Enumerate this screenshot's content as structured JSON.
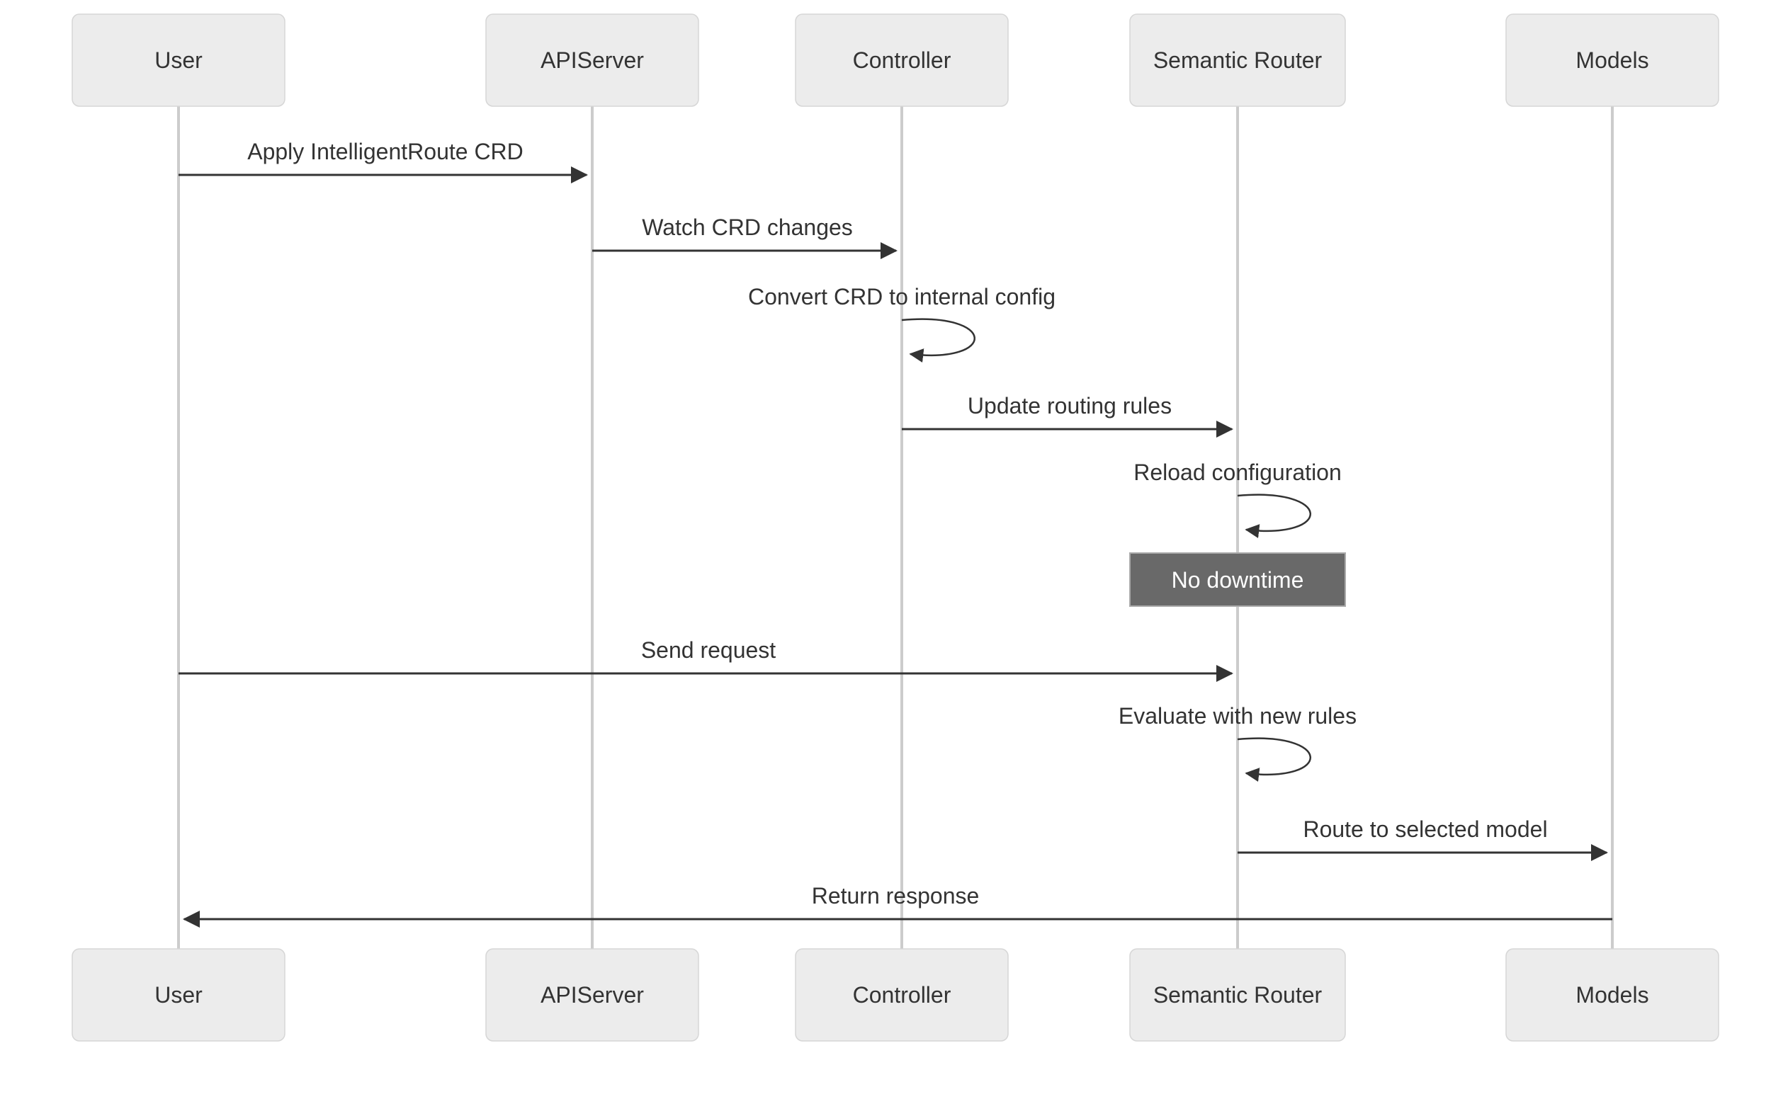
{
  "diagram": {
    "type": "sequence-diagram",
    "actors": [
      {
        "id": "user",
        "label": "User"
      },
      {
        "id": "apiserver",
        "label": "APIServer"
      },
      {
        "id": "controller",
        "label": "Controller"
      },
      {
        "id": "semantic-router",
        "label": "Semantic Router"
      },
      {
        "id": "models",
        "label": "Models"
      }
    ],
    "messages": [
      {
        "from": "User",
        "to": "APIServer",
        "label": "Apply IntelligentRoute CRD",
        "kind": "arrow"
      },
      {
        "from": "APIServer",
        "to": "Controller",
        "label": "Watch CRD changes",
        "kind": "arrow"
      },
      {
        "from": "Controller",
        "to": "Controller",
        "label": "Convert CRD to internal config",
        "kind": "self"
      },
      {
        "from": "Controller",
        "to": "Semantic Router",
        "label": "Update routing rules",
        "kind": "arrow"
      },
      {
        "from": "Semantic Router",
        "to": "Semantic Router",
        "label": "Reload configuration",
        "kind": "self"
      },
      {
        "from": "User",
        "to": "Semantic Router",
        "label": "Send request",
        "kind": "arrow"
      },
      {
        "from": "Semantic Router",
        "to": "Semantic Router",
        "label": "Evaluate with new rules",
        "kind": "self"
      },
      {
        "from": "Semantic Router",
        "to": "Models",
        "label": "Route to selected model",
        "kind": "arrow"
      },
      {
        "from": "Models",
        "to": "User",
        "label": "Return response",
        "kind": "arrow"
      }
    ],
    "notes": [
      {
        "over": "Semantic Router",
        "label": "No downtime"
      }
    ],
    "colors": {
      "background": "#ffffff",
      "actor_fill": "#ececec",
      "actor_border": "#d6d6d6",
      "text": "#333333",
      "message_line": "#333333",
      "lifeline": "#cccccc",
      "note_fill": "#696969",
      "note_border": "#aaaaaa",
      "note_text": "#ffffff"
    }
  }
}
